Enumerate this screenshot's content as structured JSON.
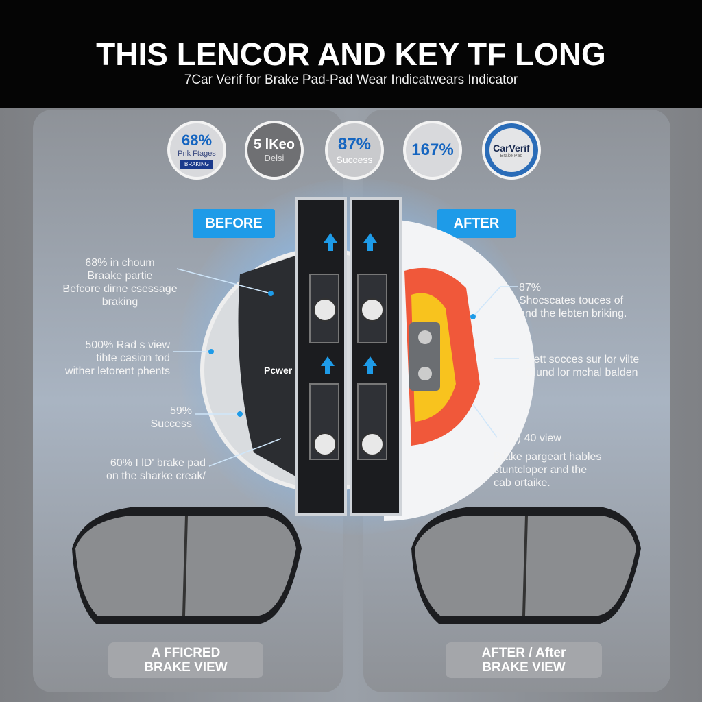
{
  "header": {
    "title": "THIS LENCOR AND  KEY TF LONG",
    "subtitle": "7Car Verif for Brake Pad-Pad Wear Indicatwears Indicator"
  },
  "badges": [
    {
      "value": "68%",
      "sub": "Pnk Ftages",
      "ribbon": "BRAKING"
    },
    {
      "value": "5 lKeo",
      "sub": "Delsi"
    },
    {
      "value": "87%",
      "sub": "Success"
    },
    {
      "value": "167%"
    },
    {
      "value": "CarVerif",
      "sub": "Brake Pad"
    }
  ],
  "tags": {
    "before": "BEFORE",
    "after": "AFTER"
  },
  "left_notes": [
    "68% in choum\nBraake partie\nBefcore dirne csessage\nbraking",
    "500% Rad s view\ntihte casion tod\nwither letorent phents",
    "59%\nSuccess",
    "60% I lD' brake pad\non the sharke creak/"
  ],
  "right_notes": [
    "87%\nShocscates touces of\nand the lebten briking.",
    "Gett socces sur lor vilte\nGlund lor mchal balden",
    "56) 40 view",
    "Brake pargeart hables\nstuntcloper and the\ncab ortaike."
  ],
  "caliper_label": "Pcwer",
  "footer": {
    "left": "A FFICRED\nBRAKE VIEW",
    "right": "AFTER / After\nBRAKE VIEW"
  },
  "colors": {
    "accent": "#1e9be8",
    "header": "#050505"
  }
}
